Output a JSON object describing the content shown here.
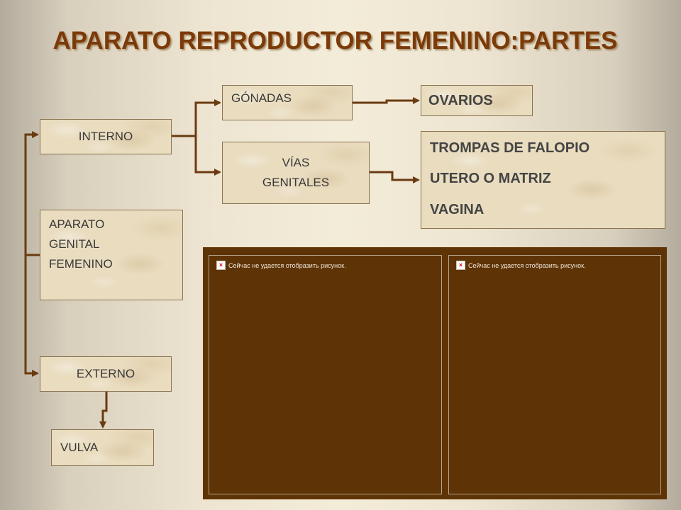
{
  "title": "APARATO REPRODUCTOR FEMENINO:PARTES",
  "nodes": {
    "interno": "INTERNO",
    "gonadas": "GÓNADAS",
    "vias": [
      "VÍAS",
      "GENITALES"
    ],
    "aparato": [
      "APARATO",
      "GENITAL",
      "FEMENINO"
    ],
    "externo": "EXTERNO",
    "vulva": "VULVA",
    "ovarios": "OVARIOS",
    "vias_parts": [
      "TROMPAS DE FALOPIO",
      "UTERO O MATRIZ",
      "VAGINA"
    ]
  },
  "images": {
    "error_text": "Сейчас не удается отобразить рисунок."
  },
  "colors": {
    "title": "#7b3a07",
    "connector": "#6b3a10",
    "panel": "#5e3305"
  }
}
